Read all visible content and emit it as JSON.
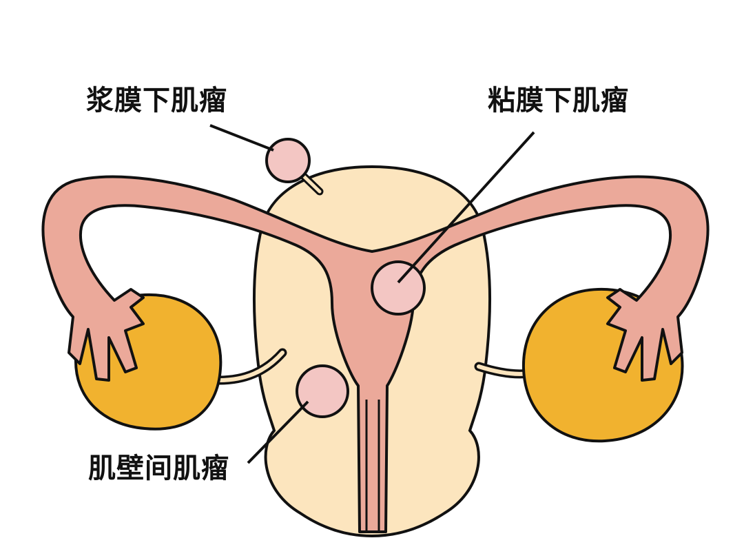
{
  "labels": {
    "subserosal": "浆膜下肌瘤",
    "submucosal": "粘膜下肌瘤",
    "intramural": "肌壁间肌瘤"
  },
  "colors": {
    "uterus_outer": "#fce5be",
    "tube_pink": "#eba99a",
    "ovary": "#f1b22f",
    "fibroid": "#f3c6c3",
    "outline": "#111111"
  }
}
